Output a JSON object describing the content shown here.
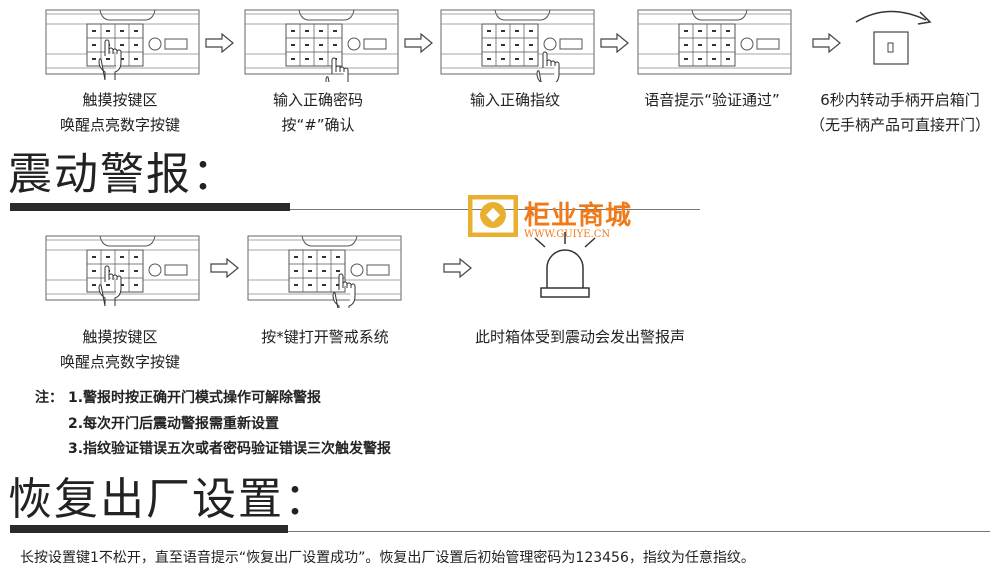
{
  "unlock_steps": [
    {
      "lines": [
        "触摸按键区",
        "唤醒点亮数字按键"
      ]
    },
    {
      "lines": [
        "输入正确密码",
        "按“#”确认"
      ]
    },
    {
      "lines": [
        "输入正确指纹"
      ]
    },
    {
      "lines": [
        "语音提示“验证通过”"
      ]
    },
    {
      "lines": [
        "6秒内转动手柄开启箱门",
        "（无手柄产品可直接开门）"
      ]
    }
  ],
  "vibration": {
    "title": "震动警报：",
    "steps": [
      {
        "lines": [
          "触摸按键区",
          "唤醒点亮数字按键"
        ]
      },
      {
        "lines": [
          "按*键打开警戒系统"
        ]
      },
      {
        "lines": [
          "此时箱体受到震动会发出警报声"
        ]
      }
    ],
    "notes_label": "注：",
    "notes": [
      "1.警报时按正确开门模式操作可解除警报",
      "2.每次开门后震动警报需重新设置",
      "3.指纹验证错误五次或者密码验证错误三次触发警报"
    ]
  },
  "watermark": {
    "name": "柜业商城",
    "url": "WWW.GUIYE.CN"
  },
  "reset": {
    "title": "恢复出厂设置：",
    "text": "长按设置键1不松开，直至语音提示“恢复出厂设置成功”。恢复出厂设置后初始管理密码为123456，指纹为任意指纹。"
  },
  "colors": {
    "watermark_orange": "#f07a1a",
    "watermark_gold": "#e8b030"
  }
}
